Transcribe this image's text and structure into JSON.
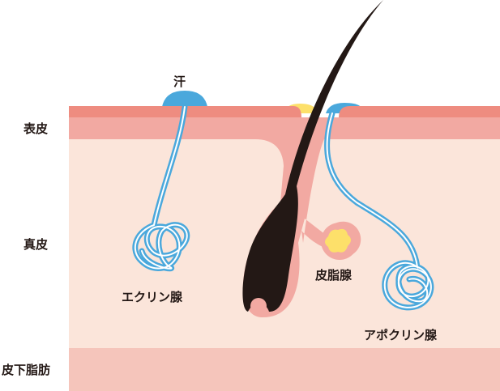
{
  "layers": {
    "epidermis": "表皮",
    "dermis": "真皮",
    "subcutaneous": "皮下脂肪"
  },
  "annotations": {
    "sweat": "汗",
    "eccrine_gland": "エクリン腺",
    "sebaceous_gland": "皮脂腺",
    "apocrine_gland": "アポクリン腺"
  },
  "colors": {
    "epidermis_top": "#ee8c80",
    "epidermis_bottom": "#f2a9a2",
    "dermis": "#fbe5da",
    "subcutaneous": "#f5c5bb",
    "gland_blue": "#4aa8dc",
    "sebum_yellow": "#fde06a",
    "hair": "#231815"
  }
}
